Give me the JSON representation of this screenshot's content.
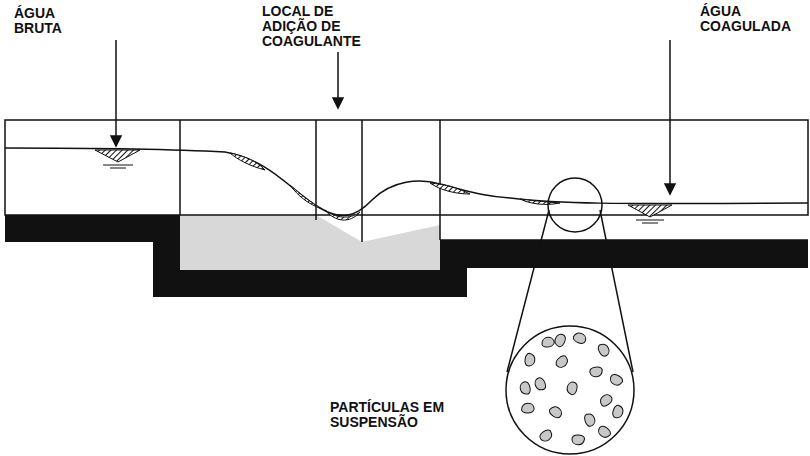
{
  "diagram": {
    "labels": [
      "ÁGUA BRUTA",
      "LOCAL DE ADIÇÃO DE COAGULANTE",
      "ÁGUA COAGULADA",
      "PARTÍCULAS EM SUSPENSÃO"
    ]
  }
}
